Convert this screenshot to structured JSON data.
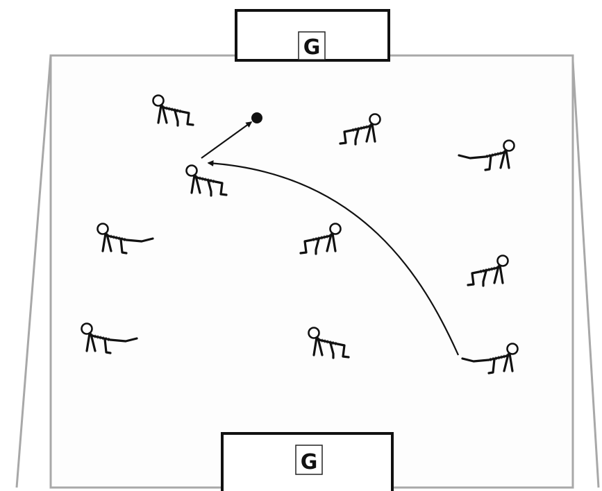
{
  "diagram": {
    "top_goal": {
      "label": "G"
    },
    "bottom_goal": {
      "label": "G"
    },
    "players": [
      {
        "id": 1,
        "pose": "crab-walk",
        "facing": "left"
      },
      {
        "id": 2,
        "pose": "crab-walk",
        "facing": "right"
      },
      {
        "id": 3,
        "pose": "crab-kick",
        "facing": "right"
      },
      {
        "id": 4,
        "pose": "crab-walk",
        "facing": "left",
        "role": "receiver"
      },
      {
        "id": 5,
        "pose": "crab-kick",
        "facing": "left"
      },
      {
        "id": 6,
        "pose": "crab-walk",
        "facing": "right"
      },
      {
        "id": 7,
        "pose": "crab-walk",
        "facing": "right"
      },
      {
        "id": 8,
        "pose": "crab-kick",
        "facing": "left"
      },
      {
        "id": 9,
        "pose": "crab-walk",
        "facing": "left"
      },
      {
        "id": 10,
        "pose": "crab-kick",
        "facing": "right",
        "role": "passer"
      }
    ],
    "ball": {
      "icon": "soccer-ball-icon"
    },
    "pass_arrow": {
      "from_player": 10,
      "to_player": 4,
      "style": "curved"
    },
    "kick_arrow": {
      "from_player": 4,
      "to": "ball",
      "style": "straight"
    },
    "colors": {
      "ink": "#111111",
      "field_border": "#a8a8a8",
      "shading": "#7a7a7a"
    }
  }
}
